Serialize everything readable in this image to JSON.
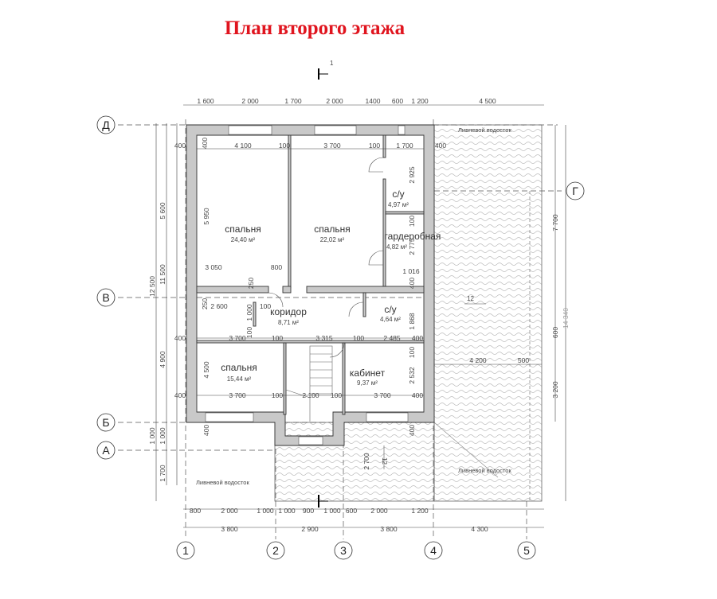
{
  "title": "План второго этажа",
  "section_mark": "1",
  "axes": {
    "rows": [
      "Д",
      "Г",
      "В",
      "Б",
      "А"
    ],
    "cols": [
      "1",
      "2",
      "3",
      "4",
      "5"
    ]
  },
  "rooms": [
    {
      "name": "спальня",
      "area": "24,40 м²"
    },
    {
      "name": "спальня",
      "area": "22,02 м²"
    },
    {
      "name": "с/у",
      "area": "4,97 м²"
    },
    {
      "name": "гардеробная",
      "area": "4,82 м²"
    },
    {
      "name": "коридор",
      "area": "8,71 м²"
    },
    {
      "name": "с/у",
      "area": "4,64 м²"
    },
    {
      "name": "спальня",
      "area": "15,44 м²"
    },
    {
      "name": "кабинет",
      "area": "9,37 м²"
    }
  ],
  "dims": {
    "top": [
      "1 600",
      "2 000",
      "1 700",
      "2 000",
      "1400",
      "600",
      "1 200",
      "4 500"
    ],
    "bottom1": [
      "800",
      "2 000",
      "1 000",
      "1 000",
      "900",
      "1 000",
      "600",
      "2 000",
      "1 200"
    ],
    "bottom2": [
      "3 800",
      "2 900",
      "3 800",
      "4 300"
    ],
    "left": [
      "12 500",
      "11 500",
      "5 600",
      "4 900",
      "1 000",
      "1 000",
      "1 700"
    ],
    "right": [
      "7 700",
      "600",
      "3 200",
      "14 340"
    ],
    "interior": [
      "400",
      "4 100",
      "100",
      "3 700",
      "100",
      "1 700",
      "400",
      "400",
      "5 950",
      "2 925",
      "100",
      "2 775",
      "3 050",
      "800",
      "250",
      "1 016",
      "400",
      "2 600",
      "100",
      "1 000",
      "100",
      "250",
      "1 868",
      "400",
      "3 700",
      "100",
      "3 315",
      "100",
      "2 485",
      "400",
      "4 500",
      "100",
      "2 532",
      "400",
      "3 700",
      "100",
      "2 100",
      "100",
      "3 700",
      "400",
      "400",
      "400",
      "4 200",
      "500",
      "2 700"
    ],
    "slopes": [
      "12",
      "12"
    ]
  },
  "notes": [
    "Ливневой водосток",
    "Ливневой водосток",
    "Ливневой водосток"
  ]
}
